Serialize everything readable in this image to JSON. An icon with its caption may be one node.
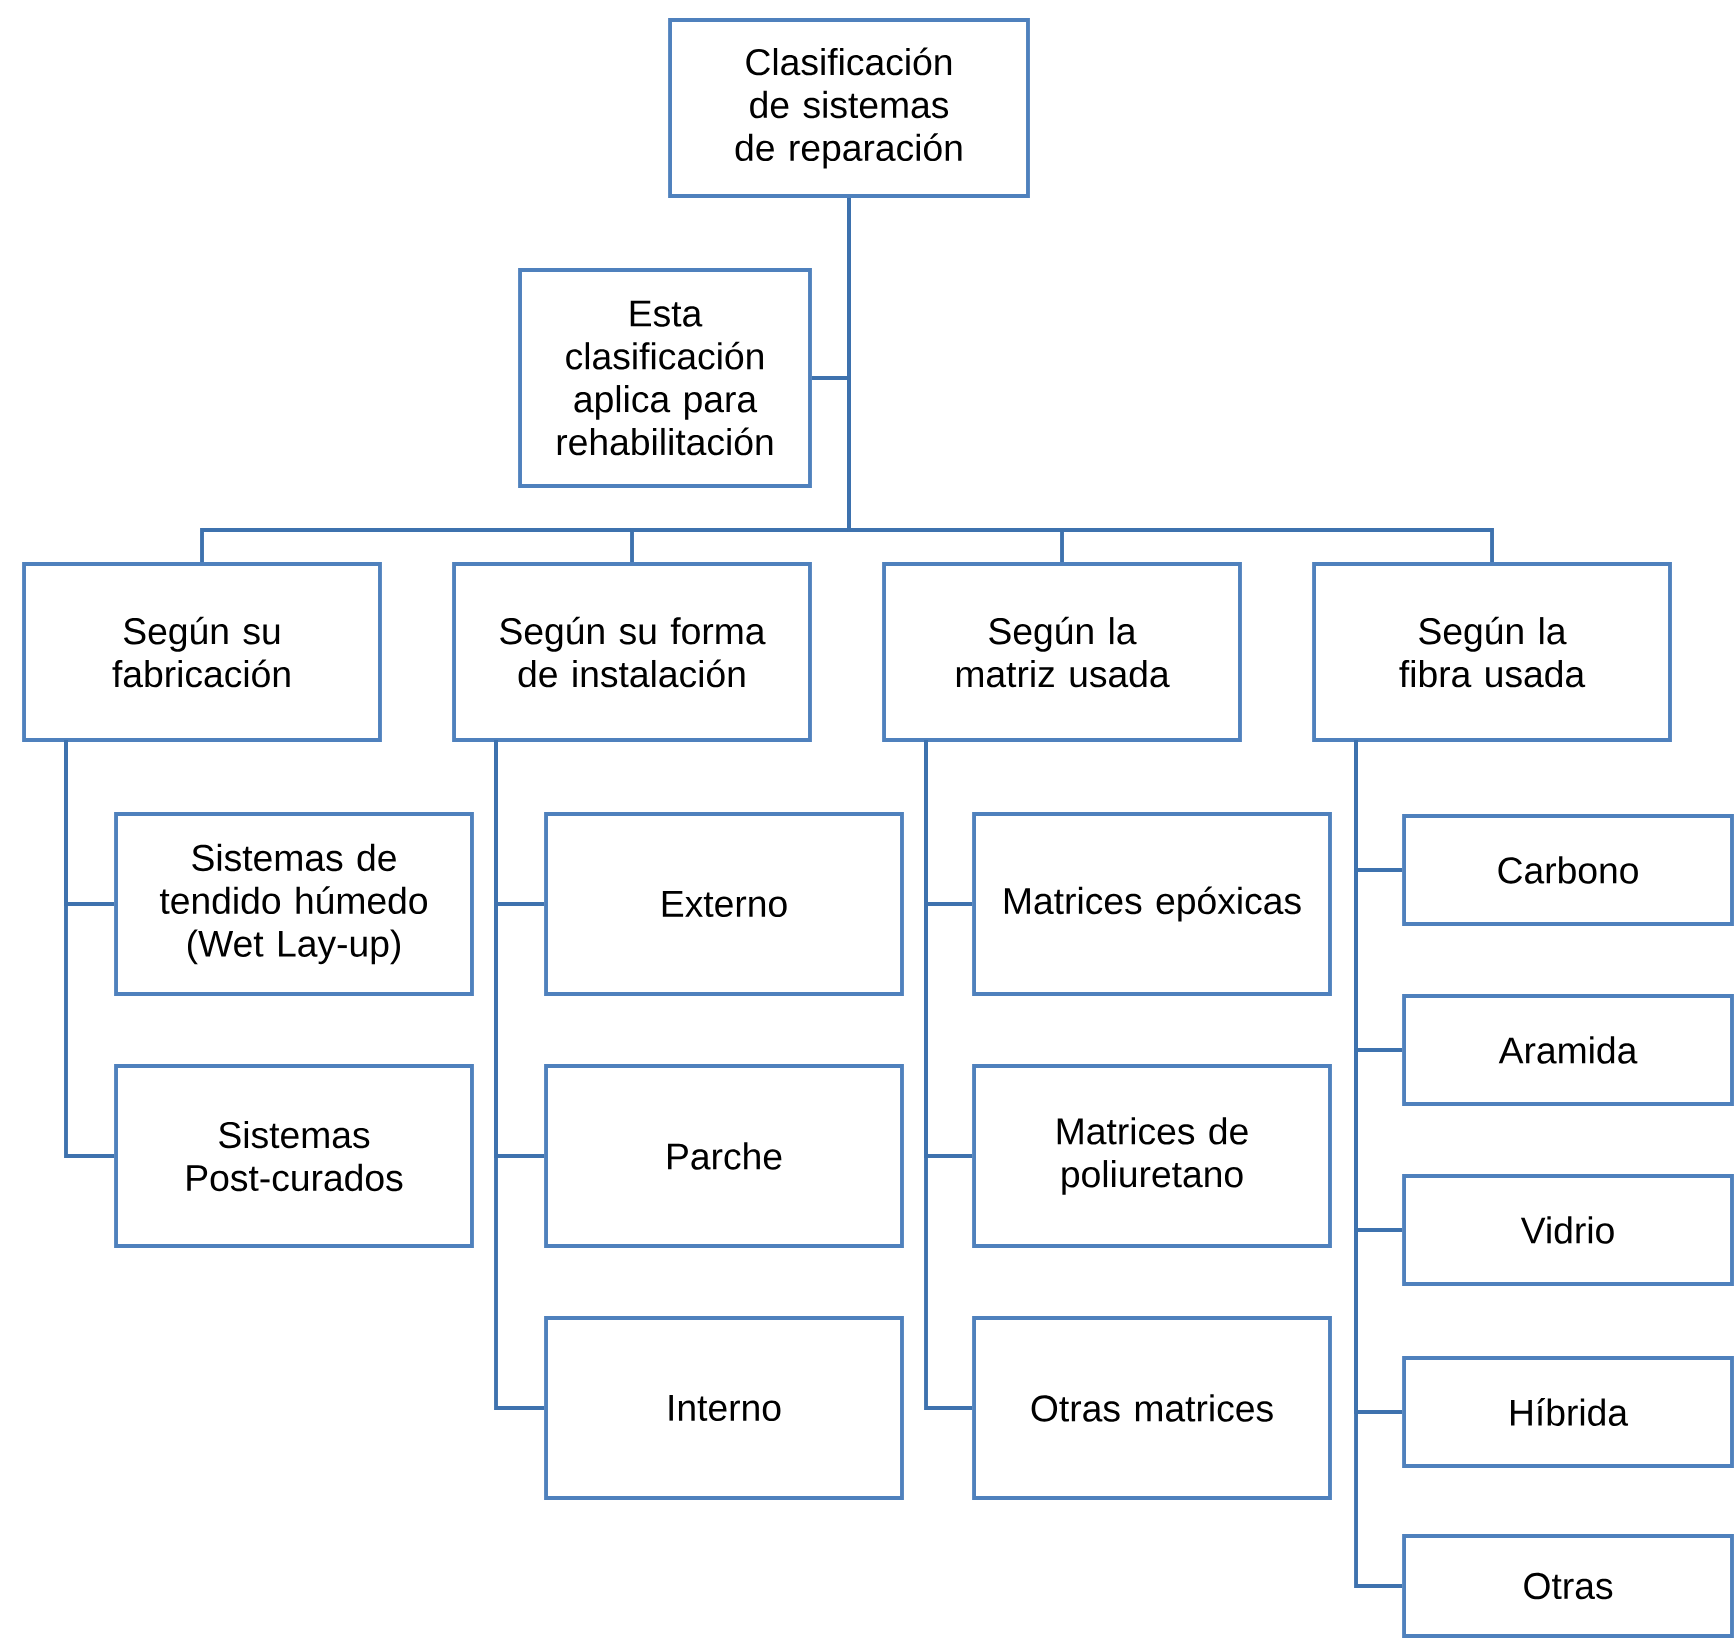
{
  "diagram": {
    "nodes": [
      {
        "text": [
          "Clasificación de sistemas de reparación"
        ]
      },
      {
        "text": [
          "Esta clasificación aplica para rehabilitación"
        ]
      },
      {
        "text": [
          "Según su fabricación"
        ]
      },
      {
        "text": [
          "Según su forma de instalación"
        ]
      },
      {
        "text": [
          "Según la matriz usada"
        ]
      },
      {
        "text": [
          "Según la fibra usada"
        ]
      },
      {
        "text": [
          "Sistemas de tendido húmedo (Wet Lay-up)"
        ]
      },
      {
        "text": [
          "Sistemas Post-curados"
        ]
      },
      {
        "text": [
          "Externo"
        ]
      },
      {
        "text": [
          "Parche"
        ]
      },
      {
        "text": [
          "Interno"
        ]
      },
      {
        "text": [
          "Matrices epóxicas"
        ]
      },
      {
        "text": [
          "Matrices de poliuretano"
        ]
      },
      {
        "text": [
          "Otras matrices"
        ]
      },
      {
        "text": [
          "Carbono"
        ]
      },
      {
        "text": [
          "Aramida"
        ]
      },
      {
        "text": [
          "Vidrio"
        ]
      },
      {
        "text": [
          "Híbrida"
        ]
      },
      {
        "text": [
          "Otras"
        ]
      }
    ],
    "edges": [
      {
        "from": 0,
        "to": 1,
        "arrow": "none"
      },
      {
        "from": 0,
        "to": 2,
        "arrow": "none"
      },
      {
        "from": 0,
        "to": 3,
        "arrow": "none"
      },
      {
        "from": 0,
        "to": 4,
        "arrow": "none"
      },
      {
        "from": 0,
        "to": 5,
        "arrow": "none"
      },
      {
        "from": 2,
        "to": 6,
        "arrow": "none"
      },
      {
        "from": 2,
        "to": 7,
        "arrow": "none"
      },
      {
        "from": 3,
        "to": 8,
        "arrow": "none"
      },
      {
        "from": 3,
        "to": 9,
        "arrow": "none"
      },
      {
        "from": 3,
        "to": 10,
        "arrow": "none"
      },
      {
        "from": 4,
        "to": 11,
        "arrow": "none"
      },
      {
        "from": 4,
        "to": 12,
        "arrow": "none"
      },
      {
        "from": 4,
        "to": 13,
        "arrow": "none"
      },
      {
        "from": 5,
        "to": 14,
        "arrow": "none"
      },
      {
        "from": 5,
        "to": 15,
        "arrow": "none"
      },
      {
        "from": 5,
        "to": 16,
        "arrow": "none"
      },
      {
        "from": 5,
        "to": 17,
        "arrow": "none"
      },
      {
        "from": 5,
        "to": 18,
        "arrow": "none"
      }
    ]
  }
}
